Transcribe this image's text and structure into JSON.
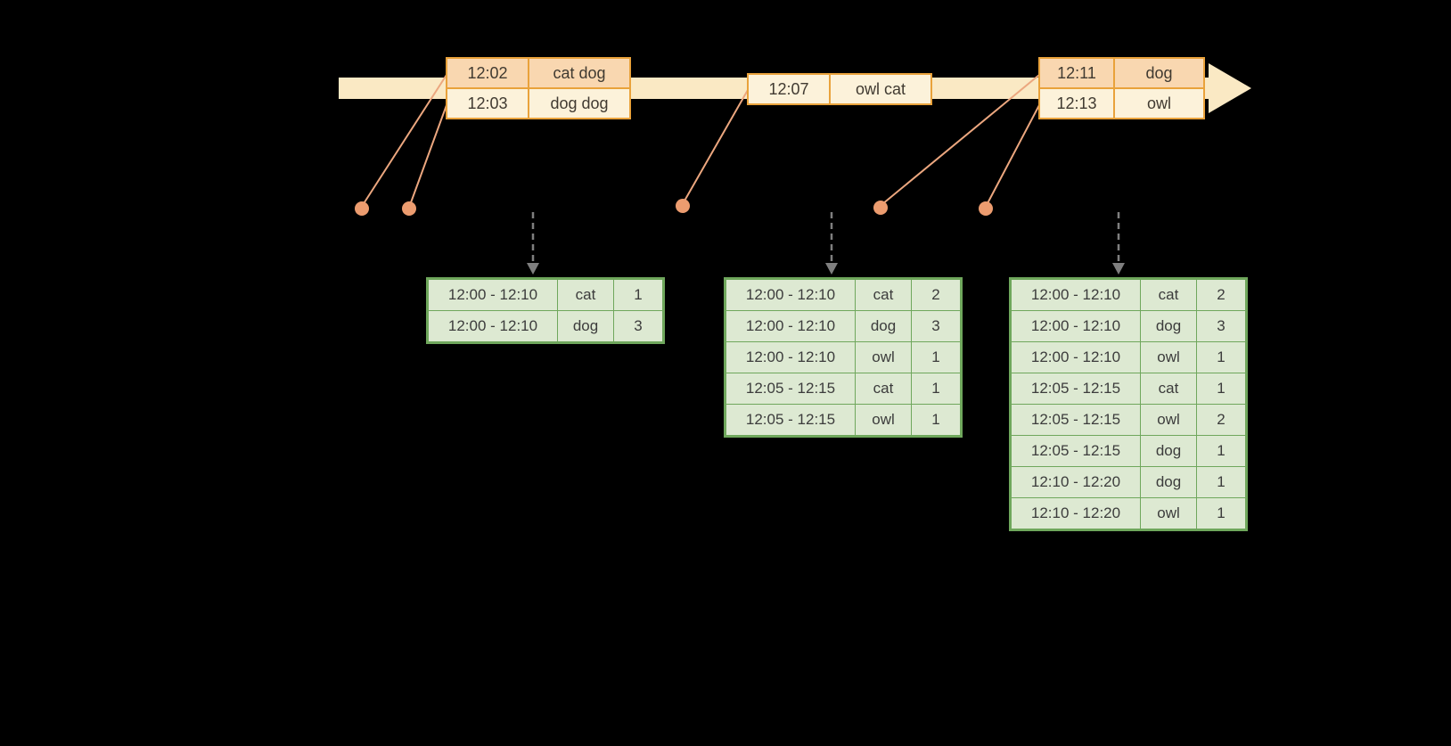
{
  "event_tables": [
    {
      "rows": [
        {
          "time": "12:02",
          "words": "cat dog"
        },
        {
          "time": "12:03",
          "words": "dog dog"
        }
      ]
    },
    {
      "rows": [
        {
          "time": "12:07",
          "words": "owl cat"
        }
      ]
    },
    {
      "rows": [
        {
          "time": "12:11",
          "words": "dog"
        },
        {
          "time": "12:13",
          "words": "owl"
        }
      ]
    }
  ],
  "result_tables": [
    {
      "rows": [
        {
          "window": "12:00 - 12:10",
          "word": "cat",
          "count": "1"
        },
        {
          "window": "12:00 - 12:10",
          "word": "dog",
          "count": "3"
        }
      ]
    },
    {
      "rows": [
        {
          "window": "12:00 - 12:10",
          "word": "cat",
          "count": "2"
        },
        {
          "window": "12:00 - 12:10",
          "word": "dog",
          "count": "3"
        },
        {
          "window": "12:00 - 12:10",
          "word": "owl",
          "count": "1"
        },
        {
          "window": "12:05 - 12:15",
          "word": "cat",
          "count": "1"
        },
        {
          "window": "12:05 - 12:15",
          "word": "owl",
          "count": "1"
        }
      ]
    },
    {
      "rows": [
        {
          "window": "12:00 - 12:10",
          "word": "cat",
          "count": "2"
        },
        {
          "window": "12:00 - 12:10",
          "word": "dog",
          "count": "3"
        },
        {
          "window": "12:00 - 12:10",
          "word": "owl",
          "count": "1"
        },
        {
          "window": "12:05 - 12:15",
          "word": "cat",
          "count": "1"
        },
        {
          "window": "12:05 - 12:15",
          "word": "owl",
          "count": "2"
        },
        {
          "window": "12:05 - 12:15",
          "word": "dog",
          "count": "1"
        },
        {
          "window": "12:10 - 12:20",
          "word": "dog",
          "count": "1"
        },
        {
          "window": "12:10 - 12:20",
          "word": "owl",
          "count": "1"
        }
      ]
    }
  ],
  "colors": {
    "background": "#000000",
    "timeline_fill": "#FAE9C4",
    "event_table_border": "#E9A23B",
    "event_row_peach": "#F9D7B0",
    "event_row_cream": "#FCF2DA",
    "connector_line": "#ECA77F",
    "event_dot": "#EC9C6F",
    "trigger_arrow": "#7F7F7F",
    "result_table_border": "#6FA75C",
    "result_cell_fill": "#DDE9D2",
    "text": "#3C3C3C"
  }
}
